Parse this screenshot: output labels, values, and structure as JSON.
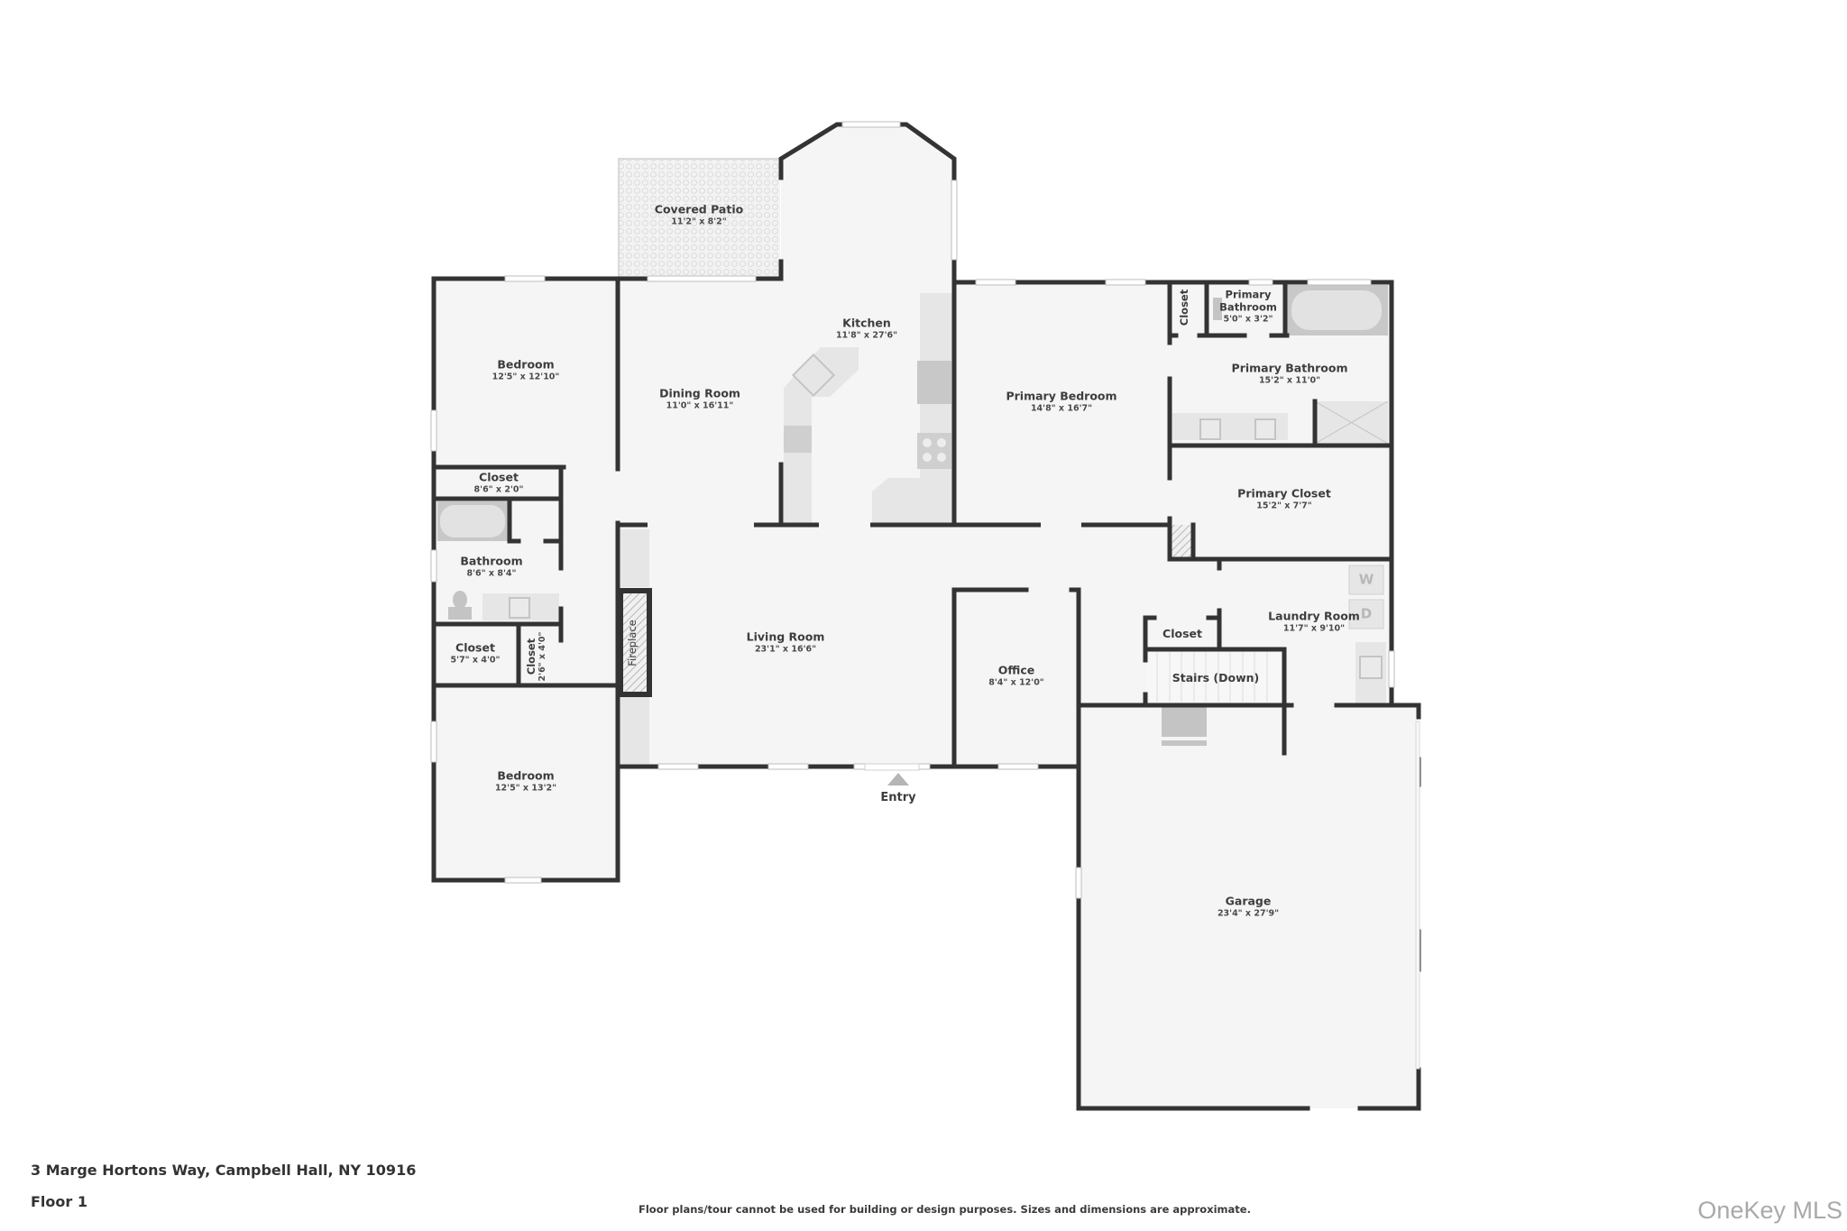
{
  "listing": {
    "address": "3 Marge Hortons Way, Campbell Hall, NY 10916",
    "floor": "Floor 1",
    "disclaimer": "Floor plans/tour cannot be used for building or design purposes. Sizes and dimensions are approximate.",
    "watermark": "OneKey MLS"
  },
  "colors": {
    "wall": "#333333",
    "floor": "#f5f5f5",
    "fixture": "#e3e3e3",
    "fixture_dark": "#c4c4c4",
    "text": "#3d3d3d"
  },
  "entry": {
    "label": "Entry"
  },
  "rooms": {
    "covered_patio": {
      "name": "Covered Patio",
      "dims": "11'2\" x 8'2\""
    },
    "kitchen": {
      "name": "Kitchen",
      "dims": "11'8\" x 27'6\""
    },
    "dining_room": {
      "name": "Dining Room",
      "dims": "11'0\" x 16'11\""
    },
    "bedroom_1": {
      "name": "Bedroom",
      "dims": "12'5\" x 12'10\""
    },
    "closet_1": {
      "name": "Closet",
      "dims": "8'6\" x 2'0\""
    },
    "bathroom": {
      "name": "Bathroom",
      "dims": "8'6\" x 8'4\""
    },
    "closet_2": {
      "name": "Closet",
      "dims": "5'7\" x 4'0\""
    },
    "closet_3": {
      "name": "Closet",
      "dims": "2'6\" x 4'0\""
    },
    "fireplace": {
      "name": "Fireplace"
    },
    "bedroom_2": {
      "name": "Bedroom",
      "dims": "12'5\" x 13'2\""
    },
    "living_room": {
      "name": "Living Room",
      "dims": "23'1\" x 16'6\""
    },
    "office": {
      "name": "Office",
      "dims": "8'4\" x 12'0\""
    },
    "primary_bedroom": {
      "name": "Primary Bedroom",
      "dims": "14'8\" x 16'7\""
    },
    "closet_primary": {
      "name": "Closet"
    },
    "primary_wc": {
      "name_line1": "Primary",
      "name_line2": "Bathroom",
      "dims": "5'0\" x 3'2\""
    },
    "primary_bathroom": {
      "name": "Primary Bathroom",
      "dims": "15'2\" x 11'0\""
    },
    "primary_closet": {
      "name": "Primary Closet",
      "dims": "15'2\" x 7'7\""
    },
    "hall_closet": {
      "name": "Closet"
    },
    "stairs": {
      "name": "Stairs (Down)"
    },
    "laundry_room": {
      "name": "Laundry Room",
      "dims": "11'7\" x 9'10\""
    },
    "washer": {
      "label": "W"
    },
    "dryer": {
      "label": "D"
    },
    "garage": {
      "name": "Garage",
      "dims": "23'4\" x 27'9\""
    }
  }
}
